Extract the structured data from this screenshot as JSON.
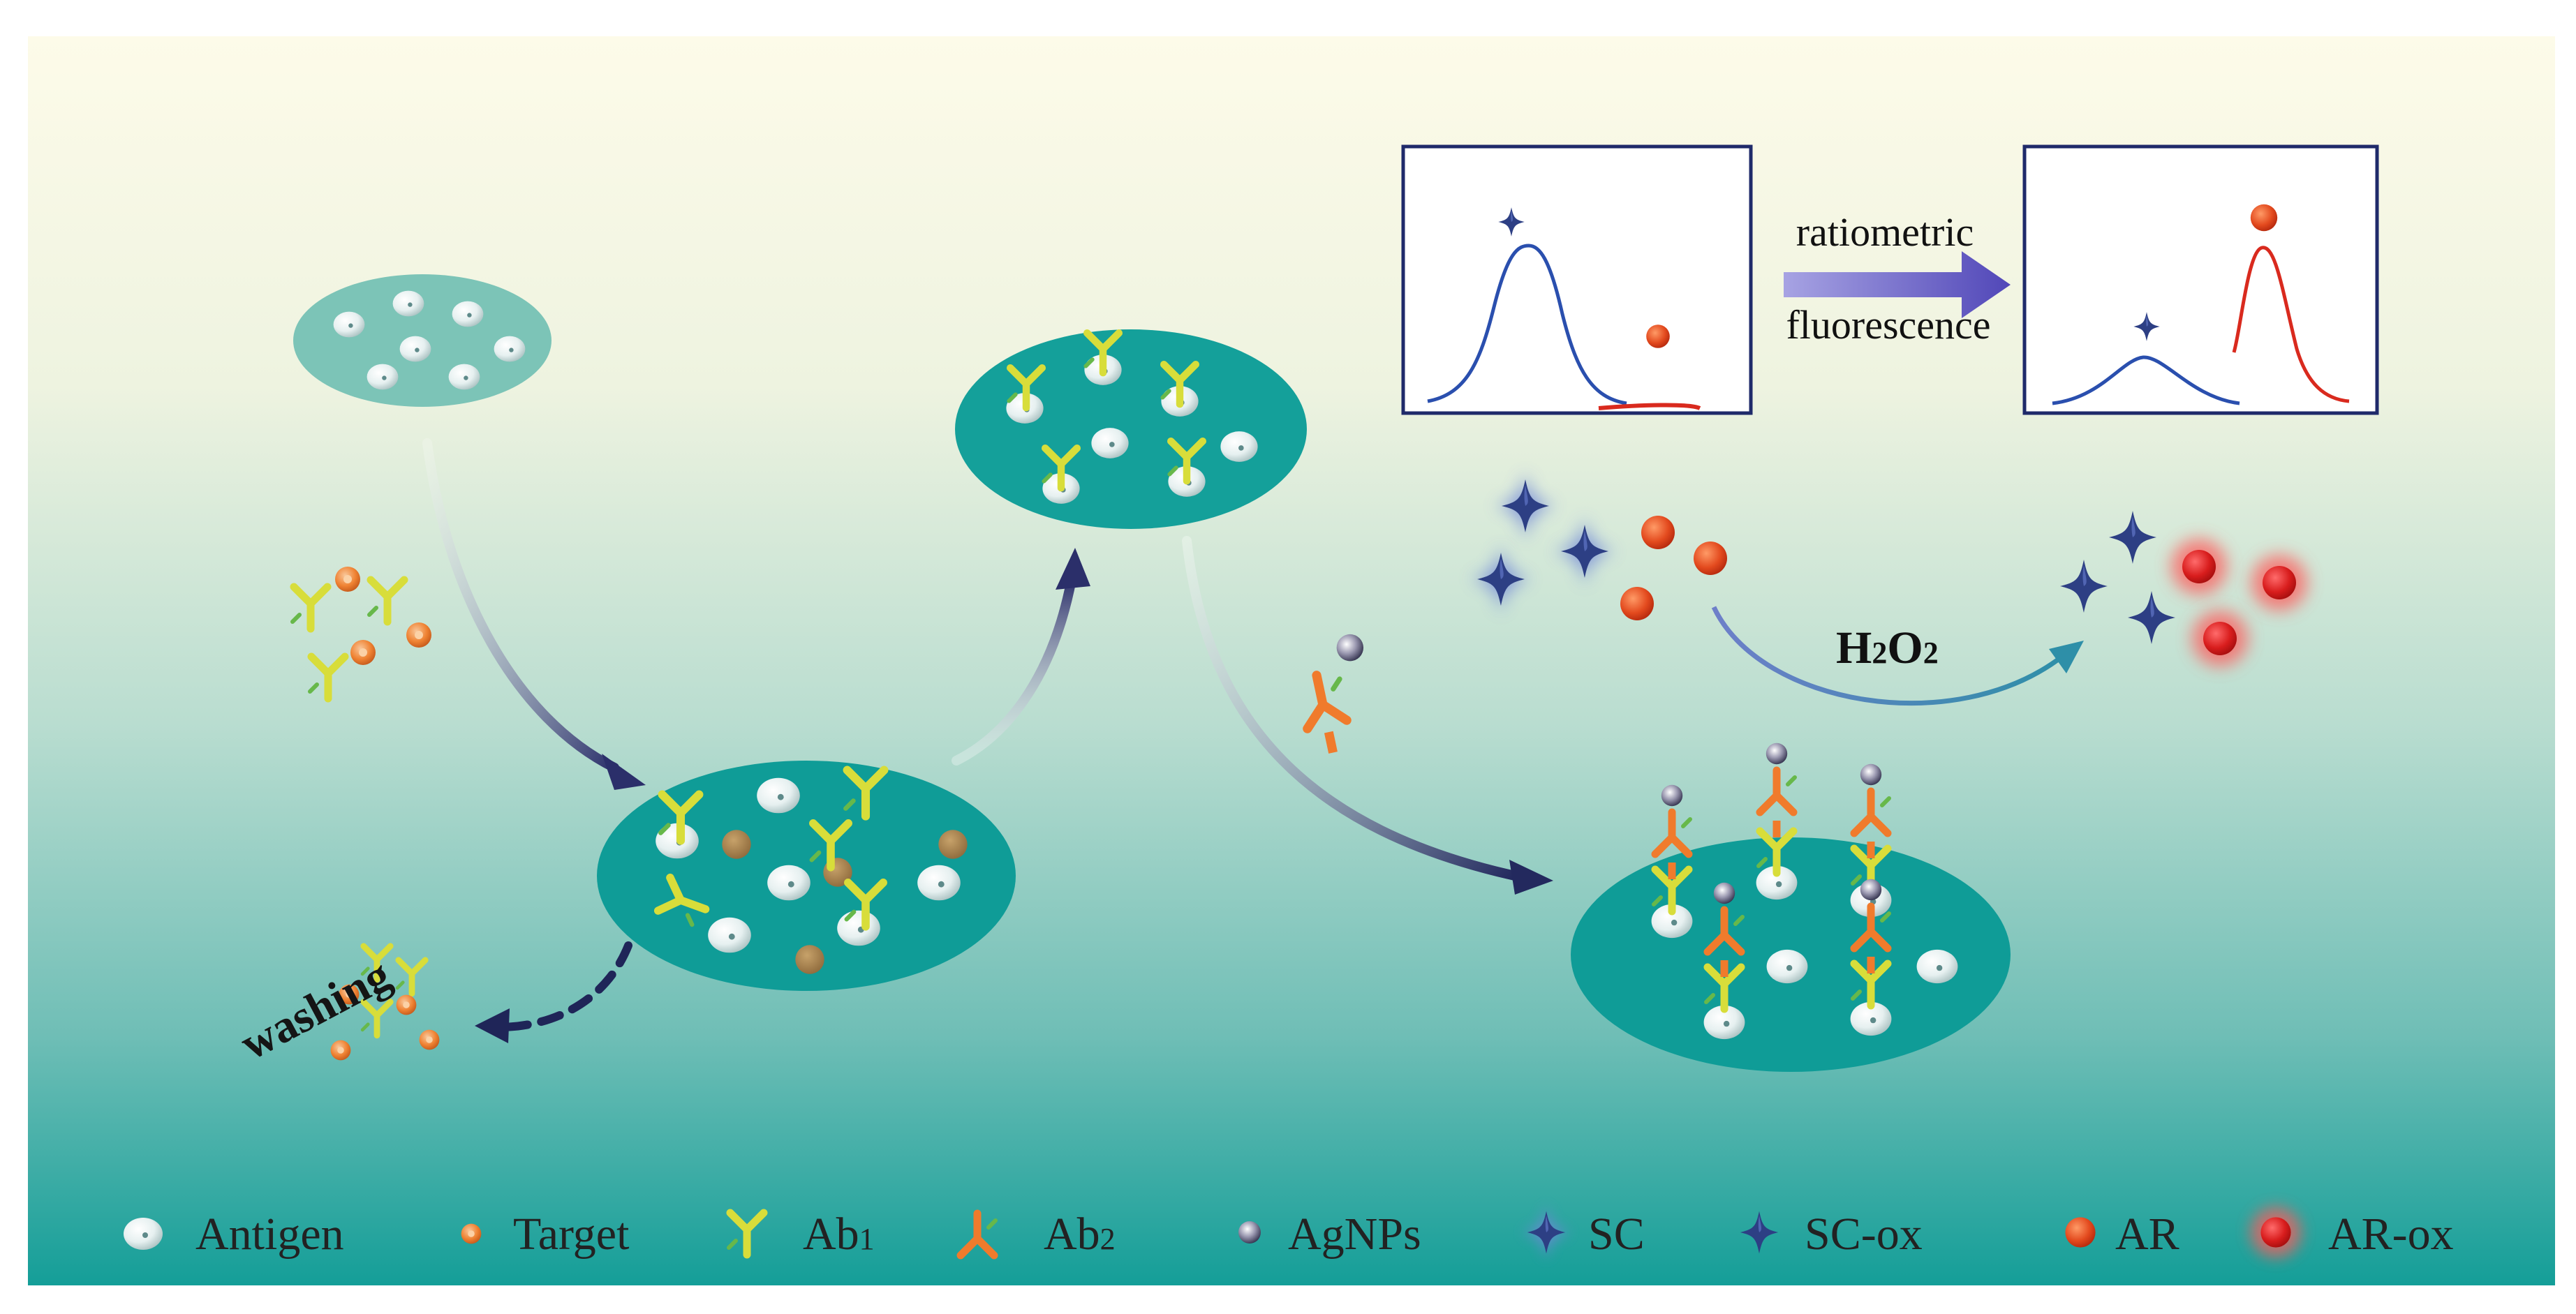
{
  "labels": {
    "arrow_top": "ratiometric",
    "arrow_bottom": "fluorescence",
    "h2o2_main": "H",
    "h2o2_sub1": "2",
    "h2o2_o": "O",
    "h2o2_sub2": "2",
    "washing": "washing"
  },
  "legend": [
    {
      "id": "antigen",
      "text": "Antigen",
      "sub": ""
    },
    {
      "id": "target",
      "text": "Target",
      "sub": ""
    },
    {
      "id": "ab1",
      "text": "Ab",
      "sub": "1"
    },
    {
      "id": "ab2",
      "text": "Ab",
      "sub": "2"
    },
    {
      "id": "agnps",
      "text": "AgNPs",
      "sub": ""
    },
    {
      "id": "sc",
      "text": "SC",
      "sub": ""
    },
    {
      "id": "scox",
      "text": "SC-ox",
      "sub": ""
    },
    {
      "id": "ar",
      "text": "AR",
      "sub": ""
    },
    {
      "id": "arox",
      "text": "AR-ox",
      "sub": ""
    }
  ],
  "colors": {
    "teal_dark": "#0e9b98",
    "teal_light": "#7fc7bd",
    "ab1": "#d8dd3a",
    "ab2": "#f07b2c",
    "sc": "#2d3f84",
    "ar": "#d9321c",
    "navy_box": "#1f2a6a",
    "spectrum_blue": "#2a4fae",
    "spectrum_red": "#d92a1e"
  }
}
